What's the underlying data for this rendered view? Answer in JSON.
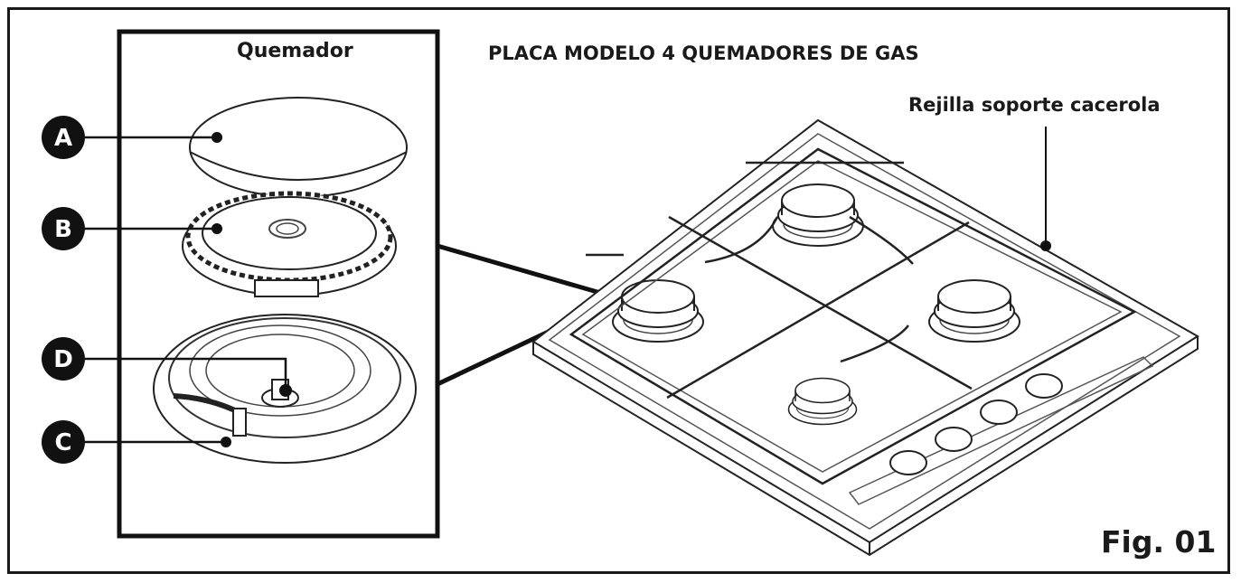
{
  "title": "PLACA MODELO 4 QUEMADORES DE GAS",
  "burner_box": {
    "title": "Quemador"
  },
  "parts": [
    {
      "letter": "A"
    },
    {
      "letter": "B"
    },
    {
      "letter": "C"
    },
    {
      "letter": "D"
    }
  ],
  "callouts": {
    "grate": "Rejilla soporte cacerola"
  },
  "figure_label": "Fig. 01",
  "colors": {
    "ink": "#1a1a1a",
    "paper": "#ffffff",
    "marker": "#111111"
  }
}
